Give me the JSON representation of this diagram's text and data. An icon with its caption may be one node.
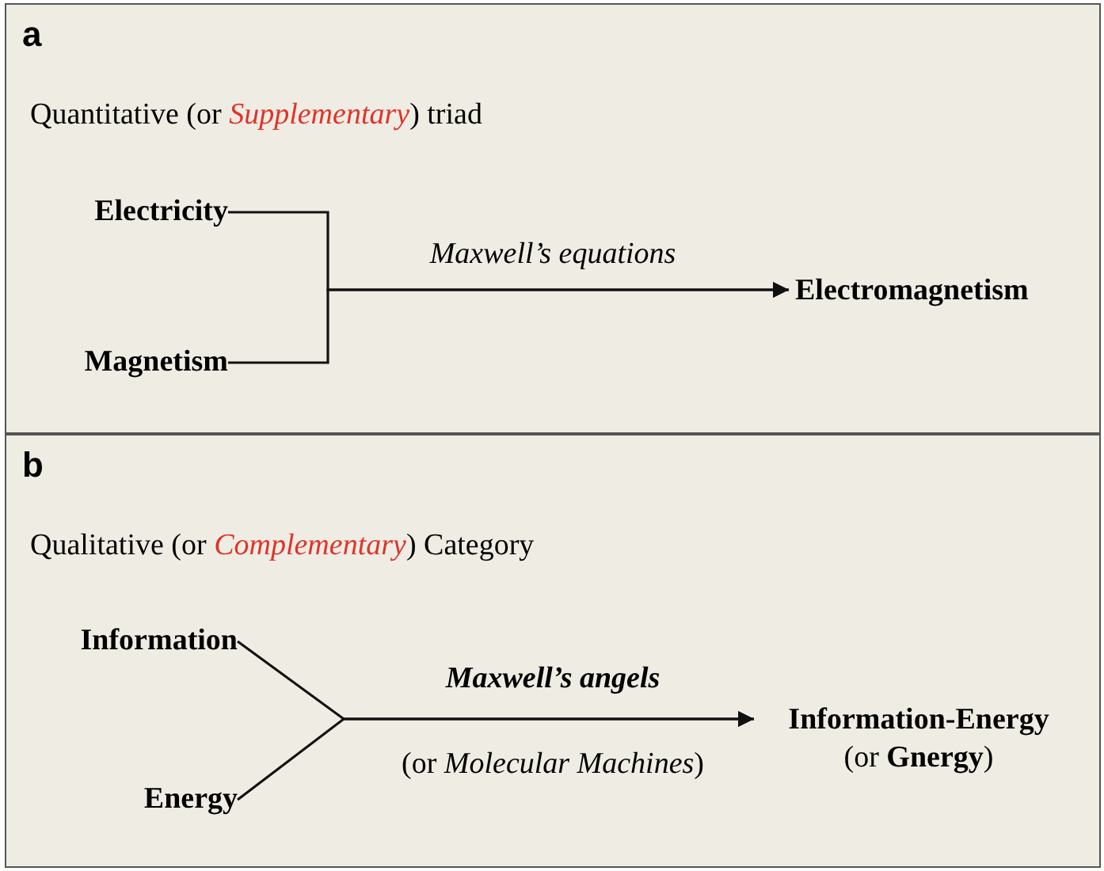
{
  "diagram": {
    "nodes": [
      {
        "text": [
          "a",
          "Quantitative (or *Supplementary*) triad"
        ]
      },
      {
        "text": [
          "Electricity"
        ],
        "in": 0
      },
      {
        "text": [
          "Magnetism"
        ],
        "in": 0
      },
      {
        "text": [
          "Electromagnetism"
        ],
        "in": 0
      },
      {
        "text": [
          "b",
          "Qualitative (or *Complementary*) Category"
        ]
      },
      {
        "text": [
          "Information"
        ],
        "in": 4
      },
      {
        "text": [
          "Energy"
        ],
        "in": 4
      },
      {
        "text": [
          "**Information-Energy**",
          "(or **Gnergy**)"
        ],
        "in": 4
      }
    ],
    "edges": [
      {
        "from": 1,
        "to": 3,
        "arrow": "to",
        "label": "Maxwell’s equations"
      },
      {
        "from": 2,
        "to": 3,
        "arrow": "to"
      },
      {
        "from": 5,
        "to": 7,
        "arrow": "to",
        "label": "**Maxwell’s angels**"
      },
      {
        "from": 6,
        "to": 7,
        "arrow": "to"
      }
    ],
    "labels": [
      "(or *Molecular Machines*)"
    ]
  }
}
